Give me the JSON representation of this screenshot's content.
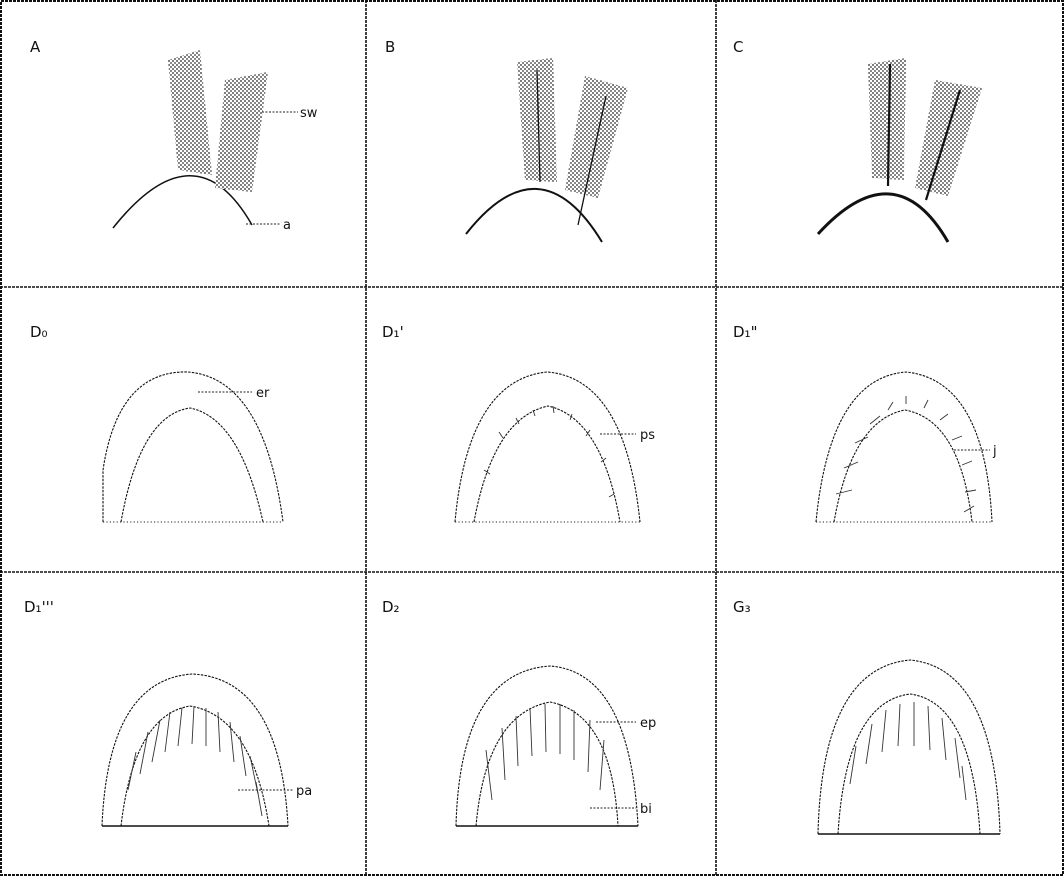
{
  "panels": [
    {
      "id": "A",
      "label": "A",
      "annotations": [
        {
          "text": "sw"
        },
        {
          "text": "a"
        }
      ]
    },
    {
      "id": "B",
      "label": "B",
      "annotations": []
    },
    {
      "id": "C",
      "label": "C",
      "annotations": []
    },
    {
      "id": "D0",
      "label": "D₀",
      "annotations": [
        {
          "text": "er"
        }
      ]
    },
    {
      "id": "D1a",
      "label": "D₁'",
      "annotations": [
        {
          "text": "ps"
        }
      ]
    },
    {
      "id": "D1b",
      "label": "D₁\"",
      "annotations": [
        {
          "text": "j"
        }
      ]
    },
    {
      "id": "D1c",
      "label": "D₁'''",
      "annotations": [
        {
          "text": "pa"
        }
      ]
    },
    {
      "id": "D2",
      "label": "D₂",
      "annotations": [
        {
          "text": "ep"
        },
        {
          "text": "bi"
        }
      ]
    },
    {
      "id": "G3",
      "label": "G₃",
      "annotations": []
    }
  ],
  "colors": {
    "ink": "#111111",
    "background": "#ffffff"
  }
}
